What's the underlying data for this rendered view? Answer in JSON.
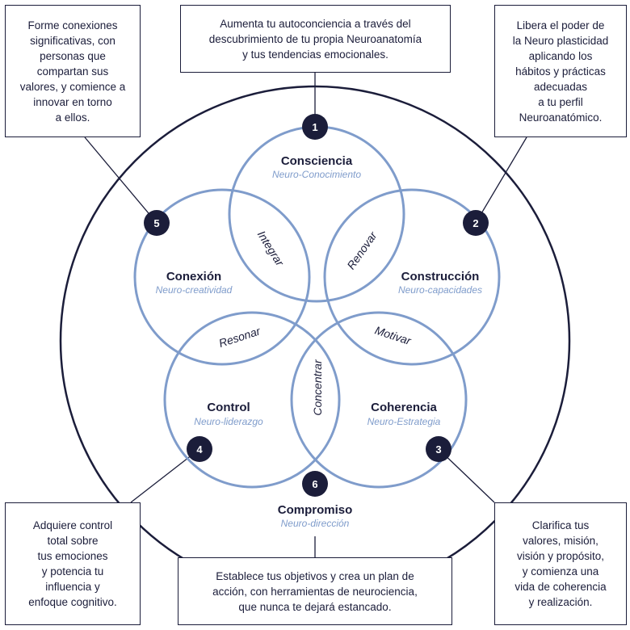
{
  "colors": {
    "dark": "#1b1d3a",
    "circle_stroke": "#7f9ccb",
    "subtitle": "#7f9ccb",
    "background": "#ffffff"
  },
  "boxes": {
    "top": "Aumenta tu autoconciencia a través del\ndescubrimiento de tu propia Neuroanatomía\ny tus tendencias emocionales.",
    "top_left": "Forme conexiones\nsignificativas, con\npersonas que\ncompartan sus\nvalores, y comience a\ninnovar en torno\na ellos.",
    "top_right": "Libera el poder de\nla Neuro plasticidad\naplicando los\nhábitos y prácticas\nadecuadas\na tu perfil\nNeuroanatómico.",
    "bottom_left": "Adquiere control\ntotal sobre\ntus emociones\ny potencia tu\ninfluencia y\nenfoque cognitivo.",
    "bottom_right": "Clarifica tus\nvalores, misión,\nvisión y propósito,\ny comienza una\nvida de coherencia\ny realización.",
    "bottom": "Establece tus objetivos y crea un plan de\nacción, con herramientas de neurociencia,\nque nunca te dejará estancado."
  },
  "circles": {
    "consciencia": {
      "title": "Consciencia",
      "subtitle": "Neuro-Conocimiento"
    },
    "construccion": {
      "title": "Construcción",
      "subtitle": "Neuro-capacidades"
    },
    "coherencia": {
      "title": "Coherencia",
      "subtitle": "Neuro-Estrategia"
    },
    "control": {
      "title": "Control",
      "subtitle": "Neuro-liderazgo"
    },
    "conexion": {
      "title": "Conexión",
      "subtitle": "Neuro-creatividad"
    }
  },
  "center": {
    "title": "Compromiso",
    "subtitle": "Neuro-dirección"
  },
  "lenses": {
    "integrar": "Integrar",
    "renovar": "Renovar",
    "motivar": "Motivar",
    "concentrar": "Concentrar",
    "resonar": "Resonar"
  },
  "badges": [
    "1",
    "2",
    "3",
    "4",
    "5",
    "6"
  ]
}
